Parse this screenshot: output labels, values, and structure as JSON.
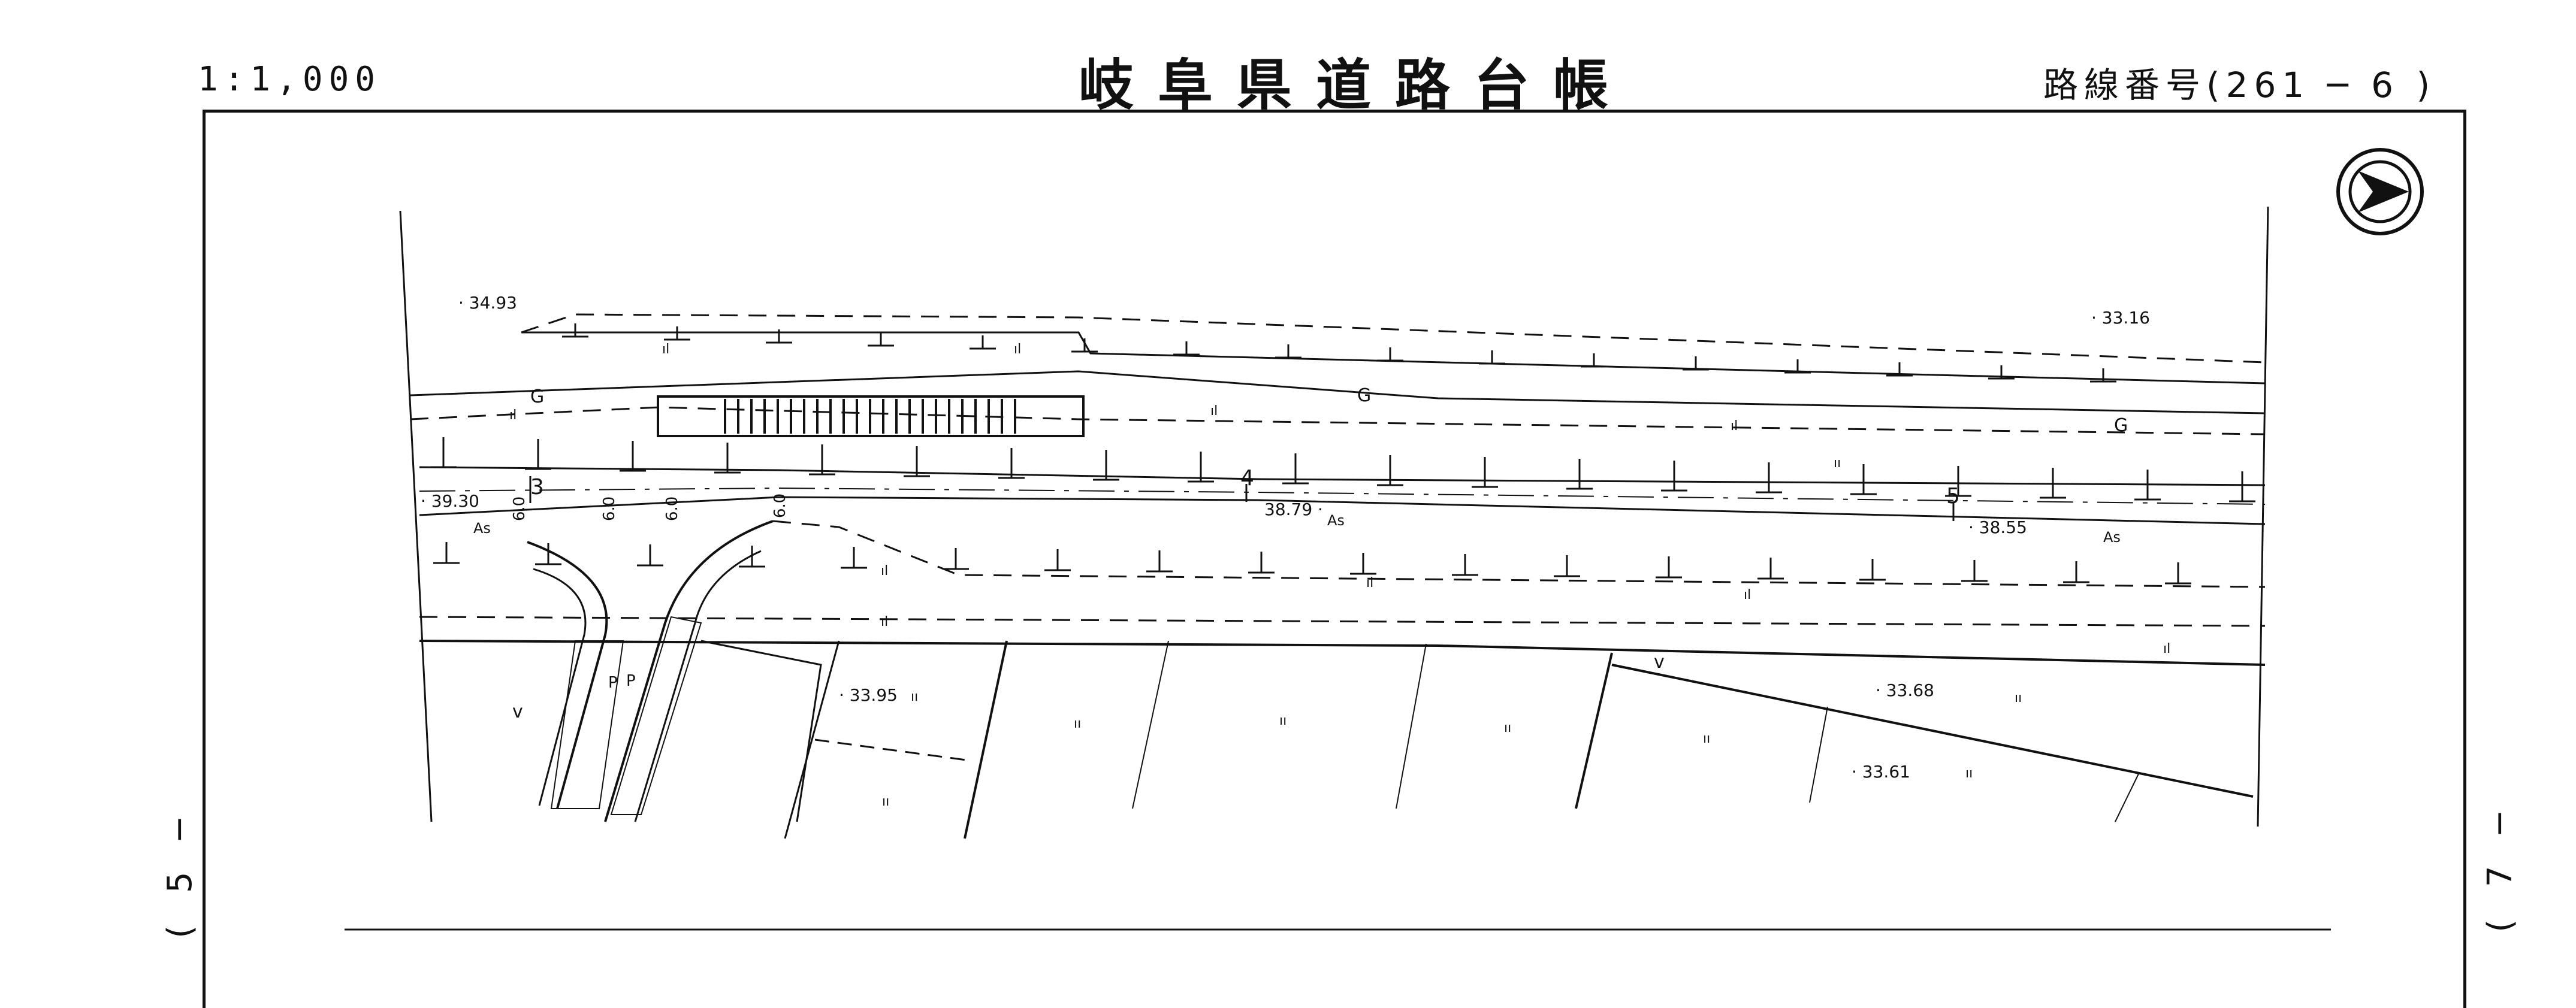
{
  "header": {
    "scale": "1:1,000",
    "title": "岐阜県道路台帳",
    "route_number": "路線番号(261 ─ 6 )"
  },
  "edges": {
    "left_sheet": "( 5 ─",
    "right_sheet": "( 7 ─"
  },
  "map": {
    "north_arrow": "north-arrow-icon",
    "elevations": [
      "· 34.93",
      "· 33.16",
      "· 39.30",
      "38.79 ·",
      "· 38.55",
      "· 33.95",
      "· 33.68",
      "· 33.61"
    ],
    "stations": [
      "3",
      "4",
      "5"
    ],
    "road_width_labels": [
      "6.0",
      "6.0",
      "6.0",
      "6.0"
    ],
    "surface_labels": [
      "As",
      "As",
      "As"
    ],
    "guardrail_labels": [
      "G",
      "G",
      "G"
    ],
    "pole_labels": [
      "P",
      "P"
    ],
    "land_marks": [
      "ıı",
      "ıı",
      "ıı",
      "ıı",
      "ıı",
      "ıı",
      "ıı",
      "ıı",
      "ıı"
    ],
    "vegetation_marks": [
      "ıl",
      "ıl",
      "ıl",
      "ıl",
      "ıl",
      "ıl",
      "ıl",
      "ıl",
      "ıl",
      "ıl"
    ],
    "check_marks": [
      "v",
      "v"
    ]
  }
}
